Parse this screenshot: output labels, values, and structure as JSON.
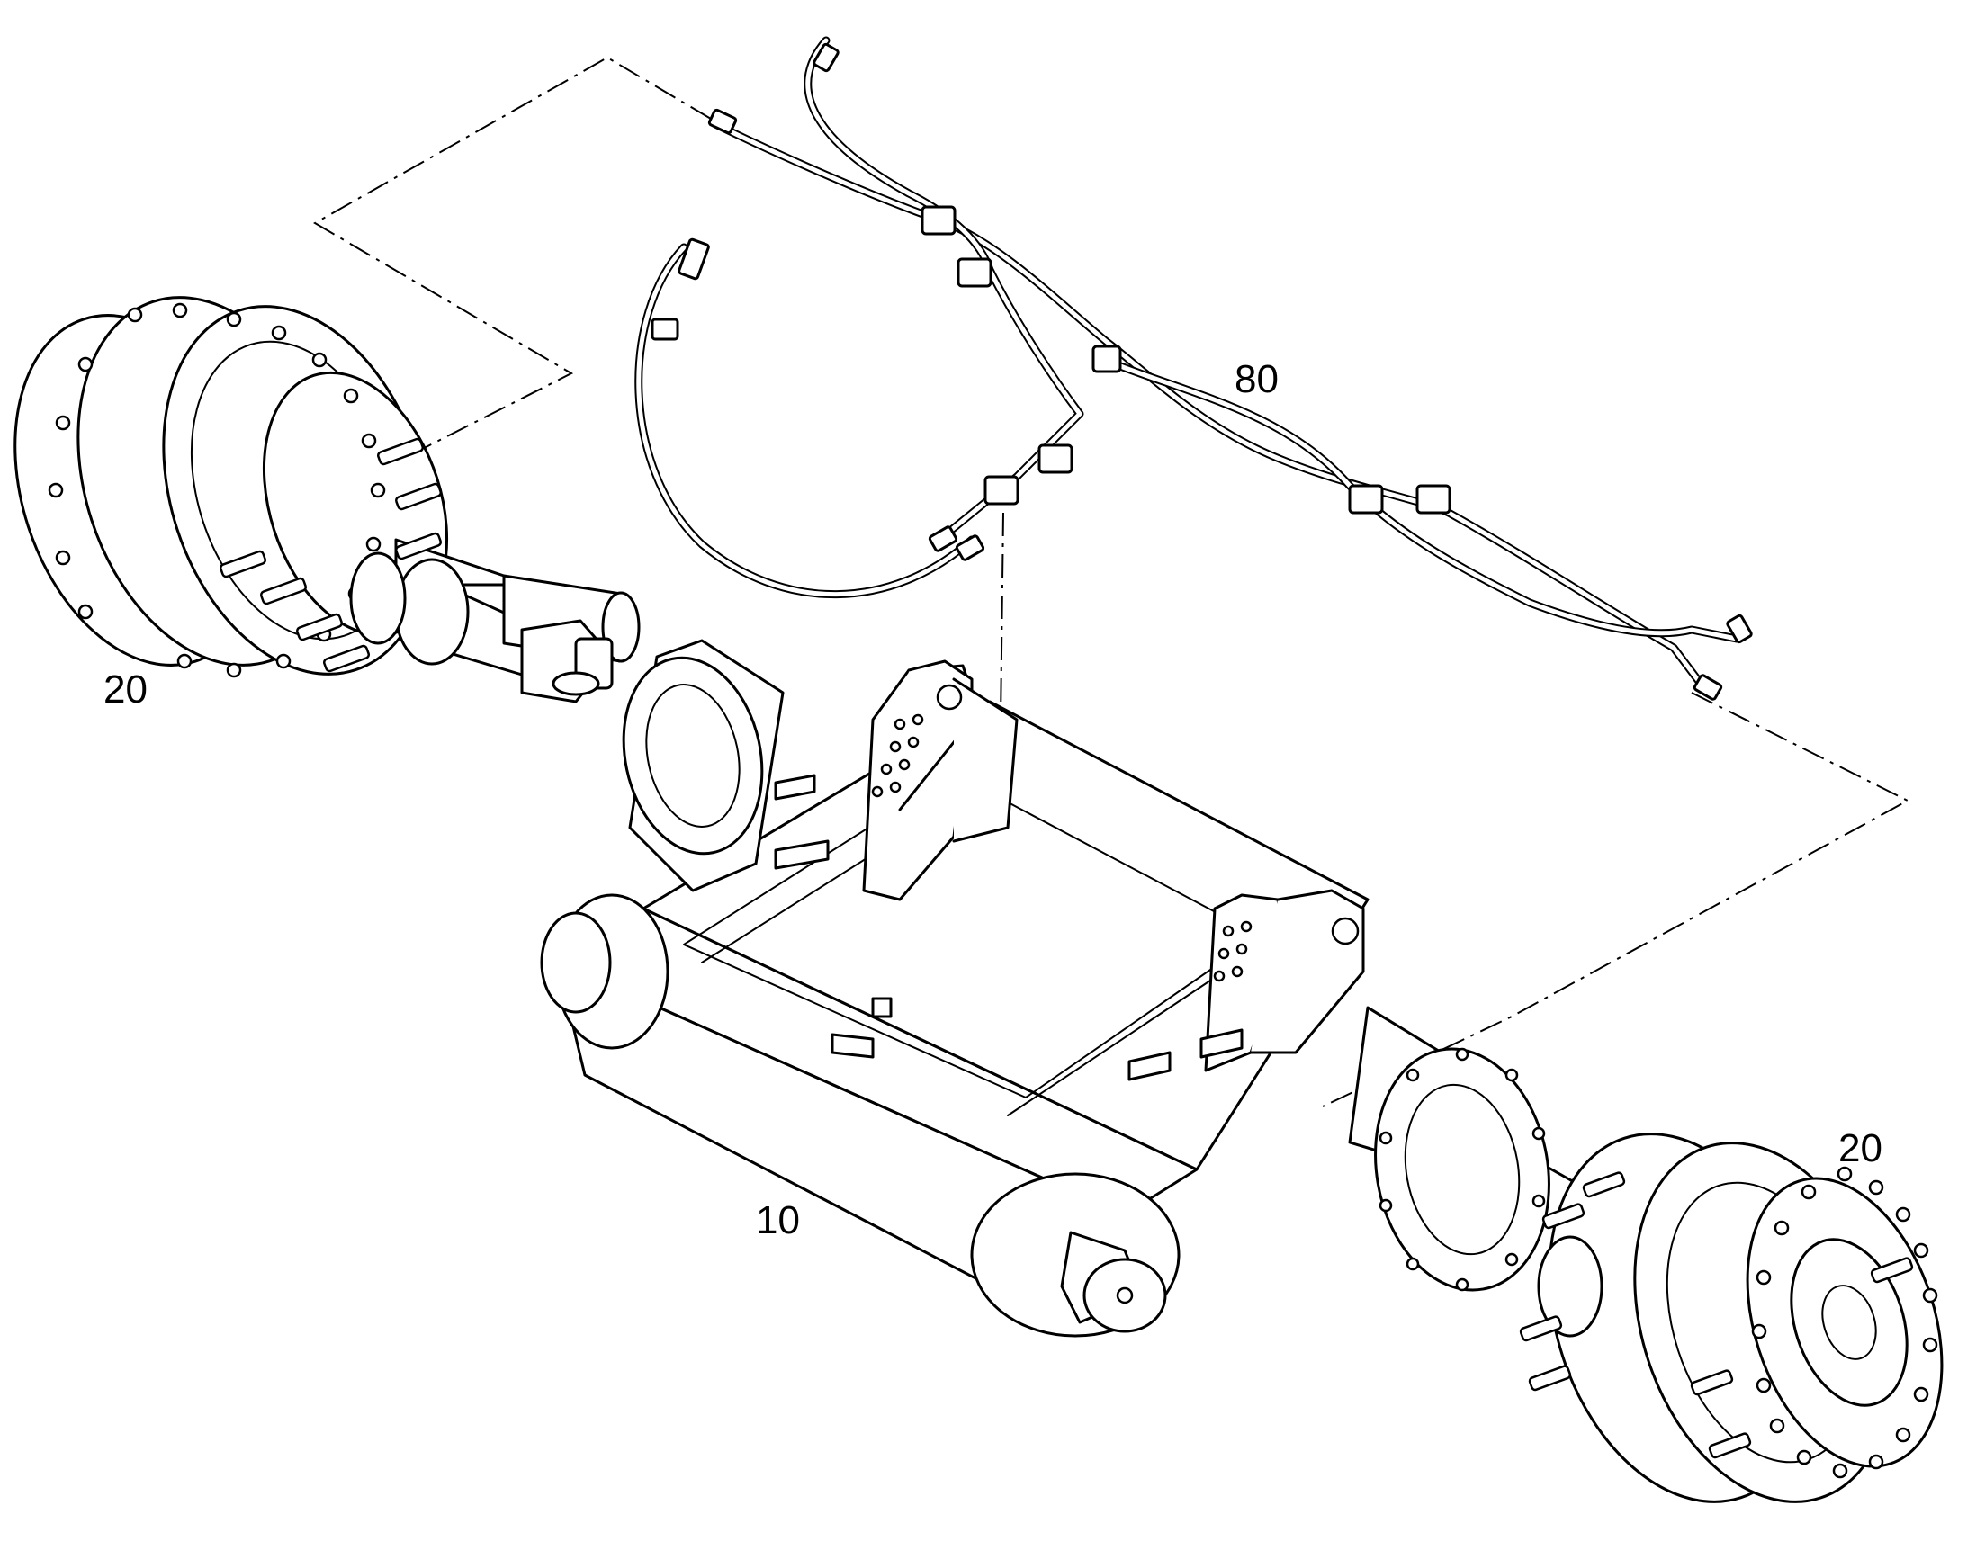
{
  "callouts": {
    "hub_left": "20",
    "hub_right": "20",
    "axle_housing": "10",
    "hose_harness": "80"
  },
  "colors": {
    "line": "#000000",
    "background": "#ffffff"
  }
}
